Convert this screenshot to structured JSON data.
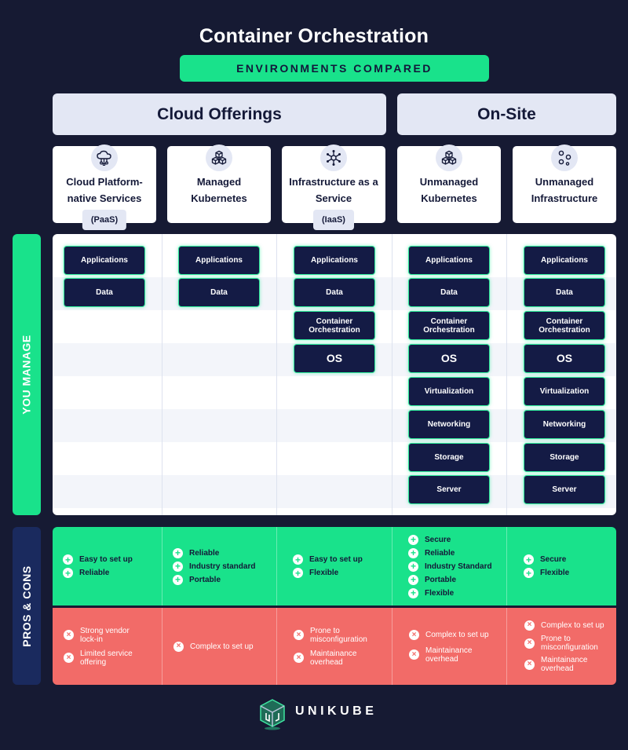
{
  "title": "Container Orchestration",
  "subtitle": "ENVIRONMENTS COMPARED",
  "groups": {
    "cloud": "Cloud Offerings",
    "onsite": "On-Site"
  },
  "side_labels": {
    "you_manage": "YOU MANAGE",
    "pros_cons": "PROS & CONS"
  },
  "environments": [
    {
      "name": "Cloud Platform-native Services",
      "tag": "(PaaS)",
      "icon": "cloud-network-icon"
    },
    {
      "name": "Managed Kubernetes",
      "tag": "",
      "icon": "cubes-icon"
    },
    {
      "name": "Infrastructure as a Service",
      "tag": "(IaaS)",
      "icon": "network-hub-icon"
    },
    {
      "name": "Unmanaged Kubernetes",
      "tag": "",
      "icon": "cubes-icon"
    },
    {
      "name": "Unmanaged Infrastructure",
      "tag": "",
      "icon": "nodes-icon"
    }
  ],
  "layers": {
    "applications": "Applications",
    "data": "Data",
    "container_orchestration": "Container Orchestration",
    "os": "OS",
    "virtualization": "Virtualization",
    "networking": "Networking",
    "storage": "Storage",
    "server": "Server"
  },
  "pros": [
    [
      "Easy to set up",
      "Reliable"
    ],
    [
      "Reliable",
      "Industry standard",
      "Portable"
    ],
    [
      "Easy to set up",
      "Flexible"
    ],
    [
      "Secure",
      "Reliable",
      "Industry Standard",
      "Portable",
      "Flexible"
    ],
    [
      "Secure",
      "Flexible"
    ]
  ],
  "cons": [
    [
      "Strong vendor lock-in",
      "Limited service offering"
    ],
    [
      "Complex to set up"
    ],
    [
      "Prone to misconfiguration",
      "Maintainance overhead"
    ],
    [
      "Complex to set up",
      "Maintainance overhead"
    ],
    [
      "Complex to set up",
      "Prone to misconfiguration",
      "Maintainance overhead"
    ]
  ],
  "brand": "UNIKUBE",
  "colors": {
    "background": "#161a33",
    "accent_green": "#19e28b",
    "cons_red": "#f26b68",
    "layer_navy": "#141b45",
    "header_gray": "#e3e7f4"
  }
}
